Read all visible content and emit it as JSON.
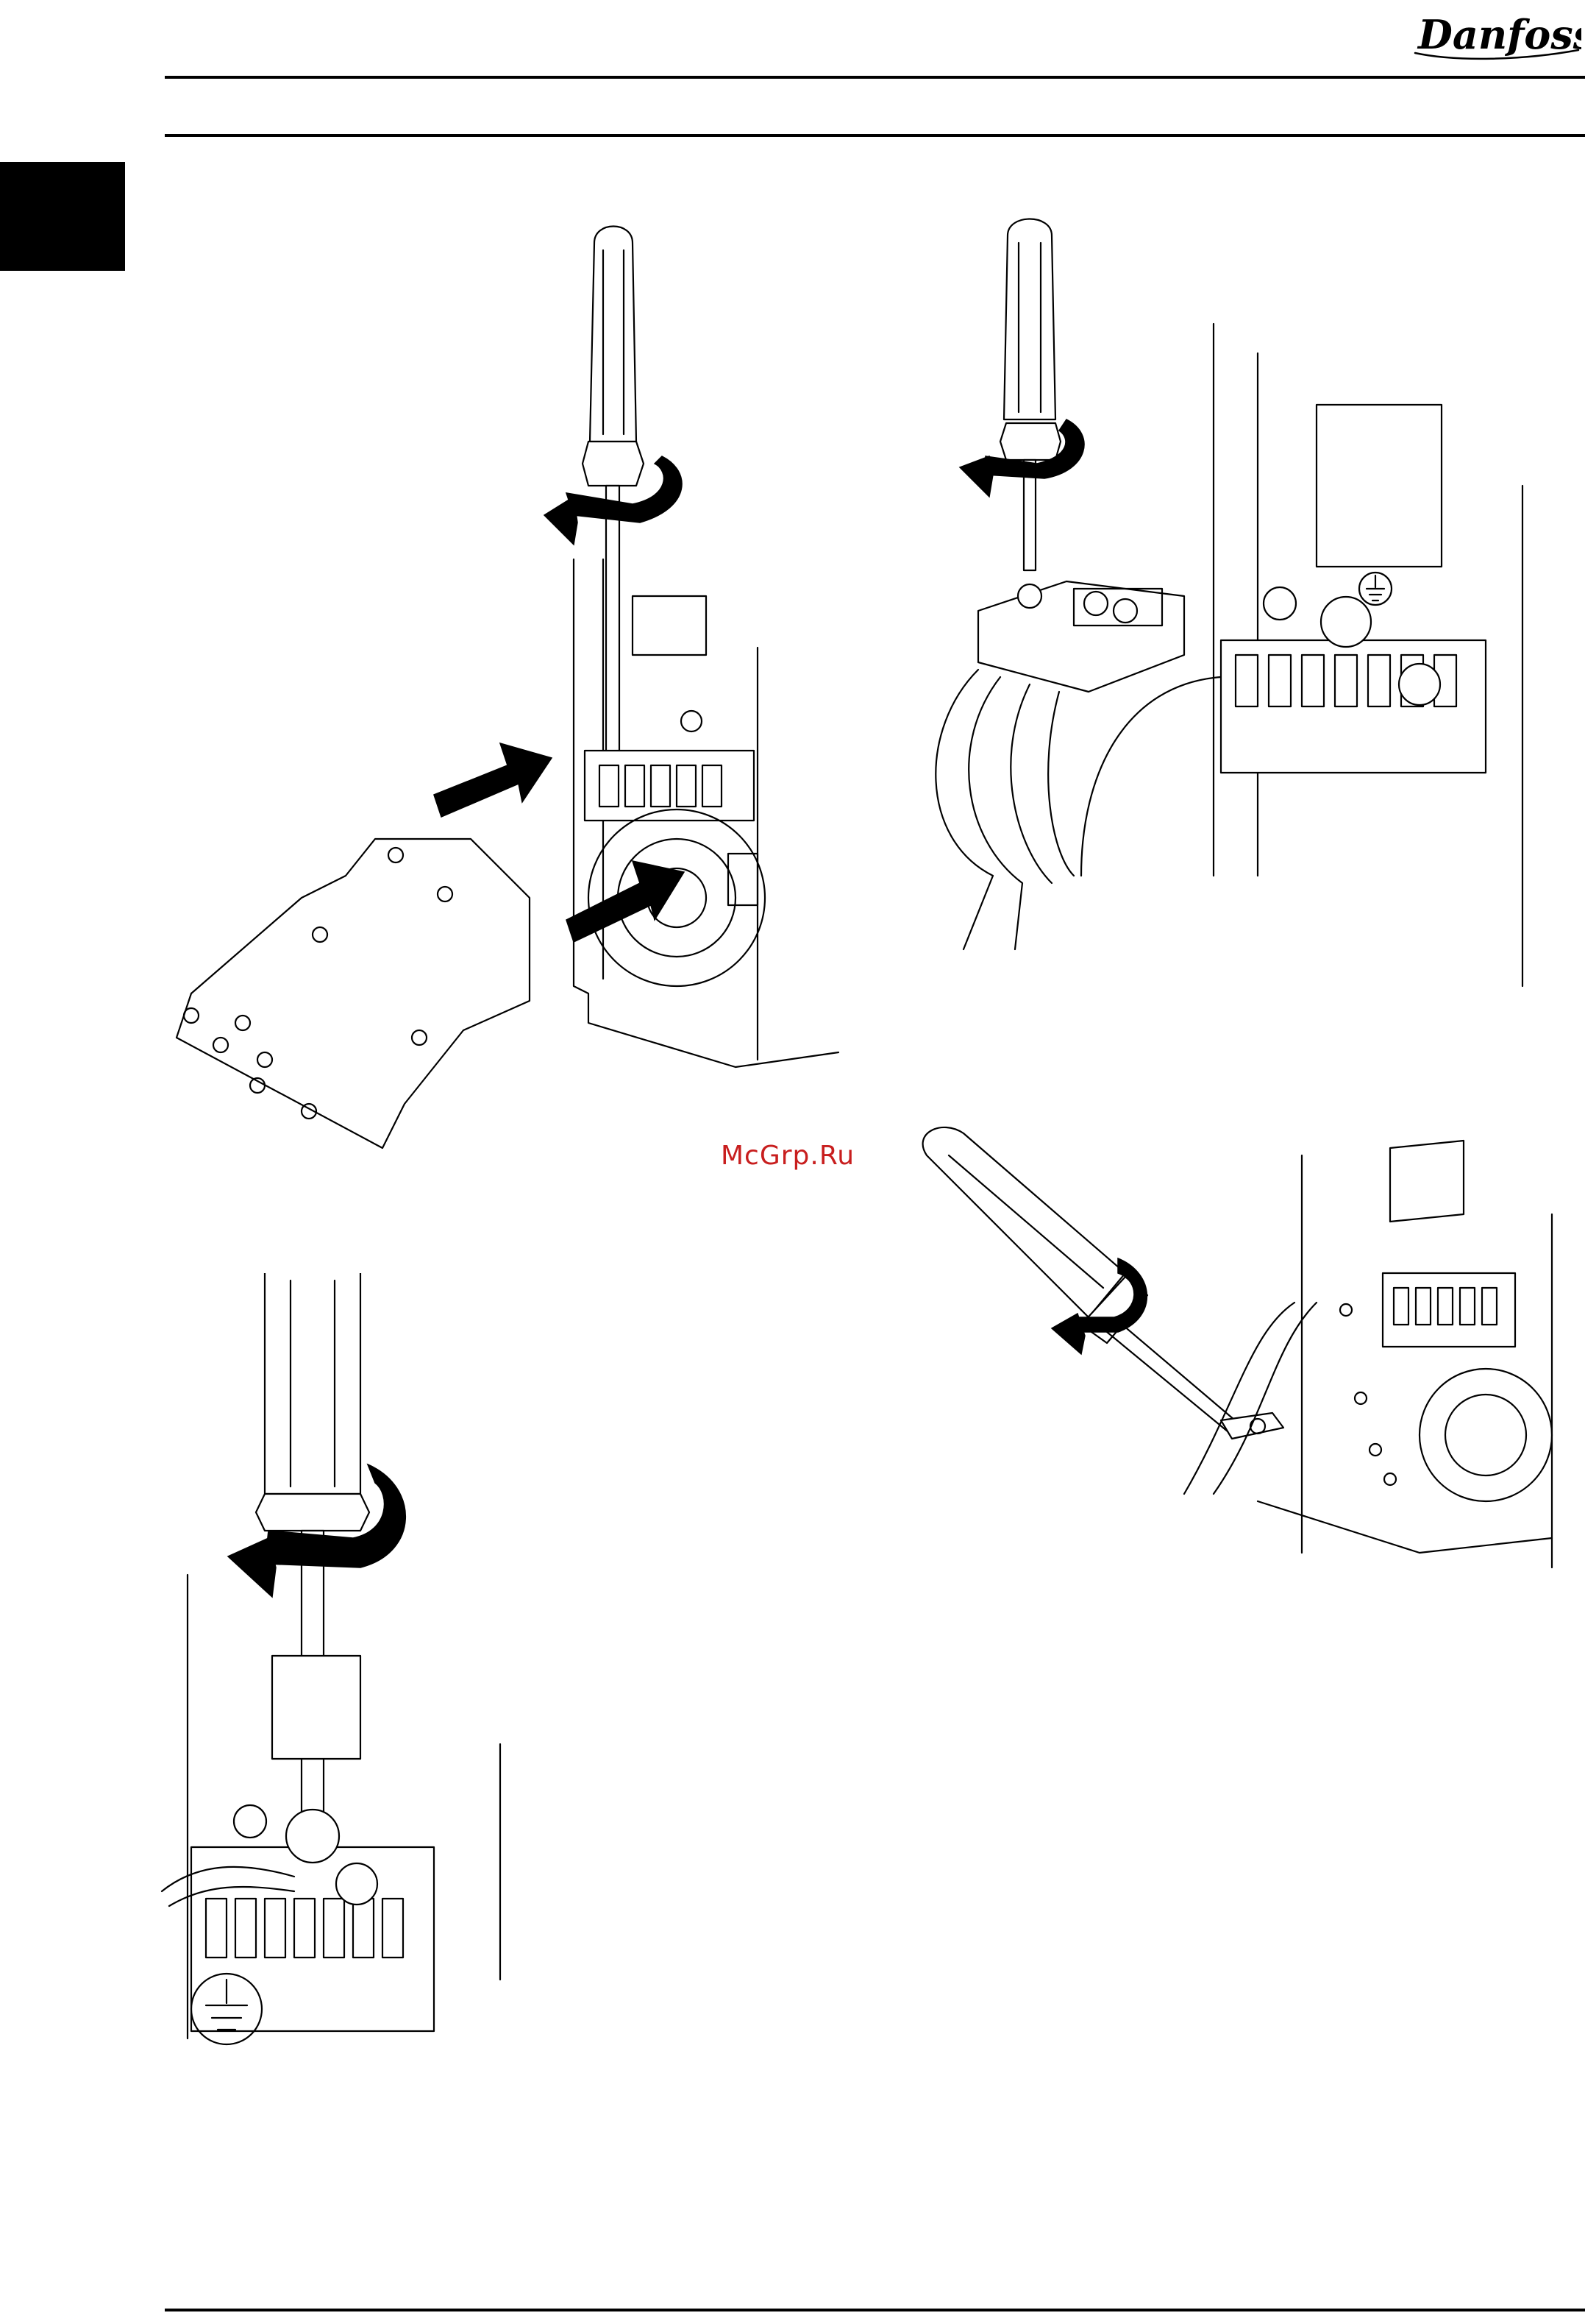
{
  "header": {
    "brand": "Danfoss"
  },
  "watermark": {
    "text": "McGrp.Ru",
    "color": "#c81e1e"
  },
  "figures": {
    "mounting_plate_icon": "mounting-plate",
    "connector_icon": "connector-plug",
    "cable_clamp_icon": "cable-clamp",
    "earth_screw_icon": "earth-screw",
    "earth_symbol_icon": "protective-earth-symbol"
  }
}
